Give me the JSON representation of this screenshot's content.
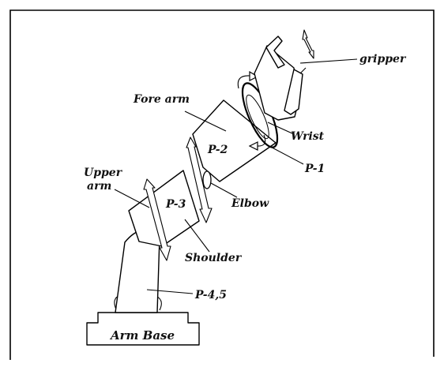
{
  "labels": {
    "gripper": "gripper",
    "fore_arm": "Fore arm",
    "wrist": "Wrist",
    "p2": "P-2",
    "p1": "P-1",
    "upper_arm_line1": "Upper",
    "upper_arm_line2": "arm",
    "elbow": "Elbow",
    "p3": "P-3",
    "shoulder": "Shoulder",
    "p45": "P-4,5",
    "arm_base": "Arm Base"
  }
}
